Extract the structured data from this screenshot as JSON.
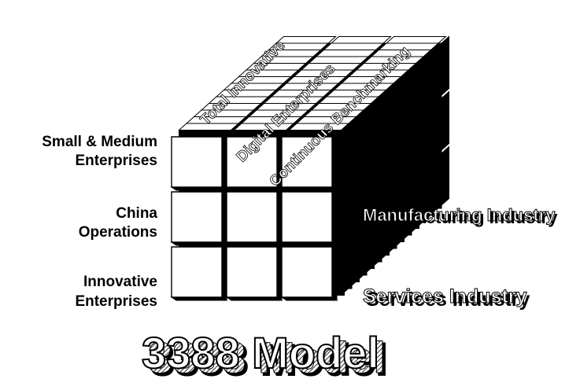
{
  "row_labels": [
    {
      "line1": "Small & Medium",
      "line2": "Enterprises"
    },
    {
      "line1": "China",
      "line2": "Operations"
    },
    {
      "line1": "Innovative",
      "line2": "Enterprises"
    }
  ],
  "column_labels": [
    "Total Innovative",
    "Digital Enterprises",
    "Continuous Benchmarking"
  ],
  "side_labels": [
    "Manufacturing Industry",
    "Services Industry"
  ],
  "title": "3388 Model"
}
